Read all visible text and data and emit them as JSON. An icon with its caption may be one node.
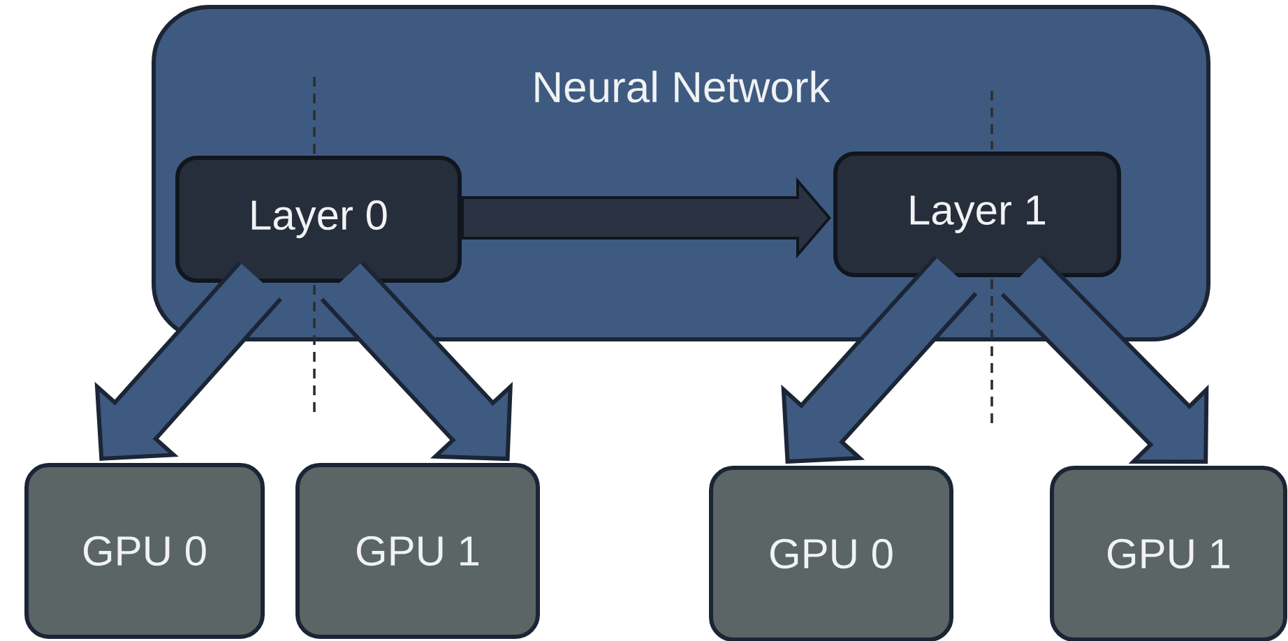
{
  "diagram": {
    "nodes": [
      {
        "text": [
          "Neural Network"
        ]
      },
      {
        "text": [
          "Layer 0"
        ],
        "in": 0
      },
      {
        "text": [
          "Layer 1"
        ],
        "in": 0
      },
      {
        "text": [
          "GPU 0"
        ]
      },
      {
        "text": [
          "GPU 1"
        ]
      },
      {
        "text": [
          "GPU 0"
        ]
      },
      {
        "text": [
          "GPU 1"
        ]
      }
    ],
    "edges": [
      {
        "from": 1,
        "to": 2,
        "arrow": "to",
        "color": "#2b3343"
      },
      {
        "from": 1,
        "to": 3,
        "arrow": "to"
      },
      {
        "from": 1,
        "to": 4,
        "arrow": "to"
      },
      {
        "from": 2,
        "to": 5,
        "arrow": "to"
      },
      {
        "from": 2,
        "to": 6,
        "arrow": "to"
      }
    ]
  }
}
